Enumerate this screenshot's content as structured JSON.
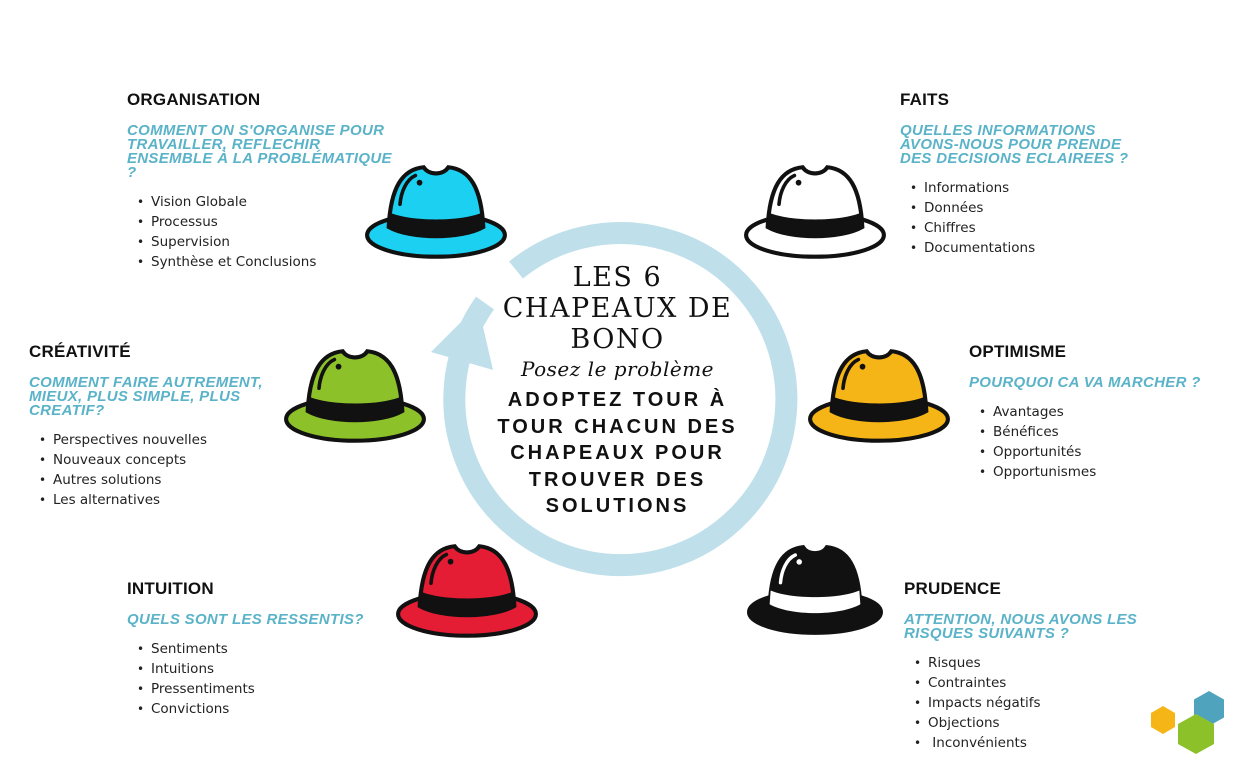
{
  "center": {
    "title": "LES 6 CHAPEAUX DE BONO",
    "subtitle": "Posez le problème",
    "body": "ADOPTEZ TOUR À TOUR CHACUN DES CHAPEAUX POUR TROUVER DES SOLUTIONS"
  },
  "colors": {
    "accent": "#5ab3c8",
    "cycle_arrow": "#bfe0ea",
    "hat_blue": "#1bd0f0",
    "hat_white": "#ffffff",
    "hat_green": "#8cc12a",
    "hat_yellow": "#f6b517",
    "hat_red": "#e41d35",
    "hat_black": "#111111"
  },
  "sections": {
    "organisation": {
      "hat": "blue-hat-icon",
      "title": "ORGANISATION",
      "question": "COMMENT ON S'ORGANISE POUR TRAVAILLER, REFLECHIR ENSEMBLE À LA PROBLÉMATIQUE ?",
      "items": [
        "Vision Globale",
        "Processus",
        "Supervision",
        "Synthèse et Conclusions"
      ]
    },
    "faits": {
      "hat": "white-hat-icon",
      "title": "FAITS",
      "question": "QUELLES INFORMATIONS AVONS-NOUS POUR PRENDE DES DECISIONS ECLAIREES ?",
      "items": [
        "Informations",
        "Données",
        "Chiffres",
        "Documentations"
      ]
    },
    "creativite": {
      "hat": "green-hat-icon",
      "title": "CRÉATIVITÉ",
      "question": "COMMENT FAIRE AUTREMENT, MIEUX, PLUS SIMPLE, PLUS CREATIF?",
      "items": [
        "Perspectives nouvelles",
        "Nouveaux concepts",
        "Autres solutions",
        "Les alternatives"
      ]
    },
    "optimisme": {
      "hat": "yellow-hat-icon",
      "title": "OPTIMISME",
      "question": "POURQUOI CA VA MARCHER ?",
      "items": [
        "Avantages",
        "Bénéfices",
        "Opportunités",
        "Opportunismes"
      ]
    },
    "intuition": {
      "hat": "red-hat-icon",
      "title": "INTUITION",
      "question": "QUELS SONT LES RESSENTIS?",
      "items": [
        "Sentiments",
        "Intuitions",
        "Pressentiments",
        "Convictions"
      ]
    },
    "prudence": {
      "hat": "black-hat-icon",
      "title": "PRUDENCE",
      "question": "ATTENTION, NOUS AVONS LES RISQUES SUIVANTS ?",
      "items": [
        "Risques",
        "Contraintes",
        "Impacts négatifs",
        "Objections",
        " Inconvénients"
      ]
    }
  }
}
